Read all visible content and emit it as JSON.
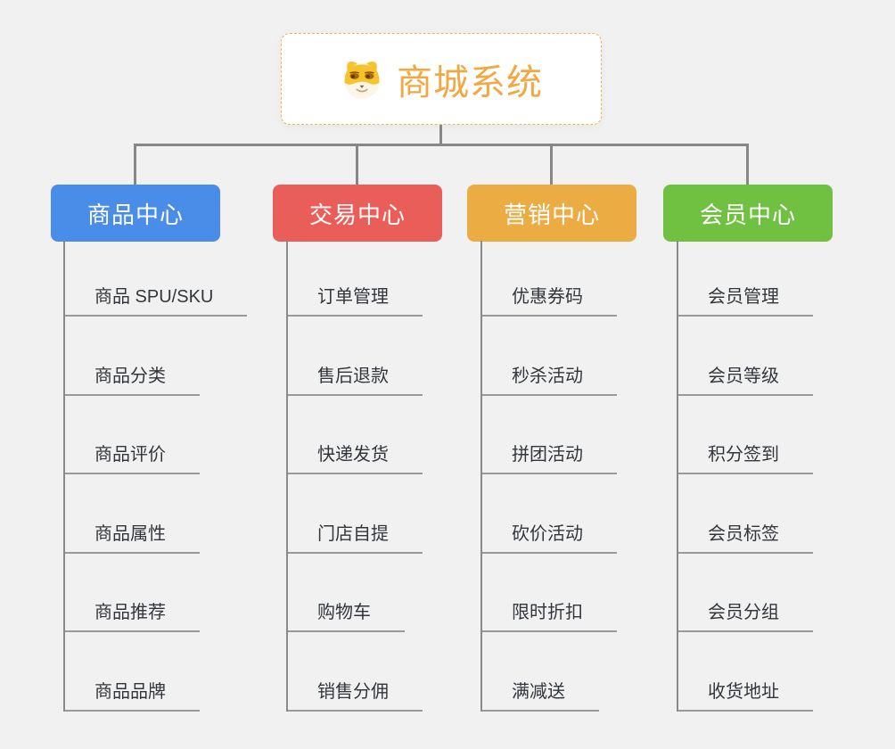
{
  "root": {
    "title": "商城系统",
    "title_color": "#f1a843",
    "border_color": "#edb161",
    "icon": "shiba-dog-icon"
  },
  "connector_color": "#878787",
  "underline_color": "#9a9a9a",
  "branches": [
    {
      "label": "商品中心",
      "color": "#4a8de9",
      "children": [
        "商品 SPU/SKU",
        "商品分类",
        "商品评价",
        "商品属性",
        "商品推荐",
        "商品品牌"
      ]
    },
    {
      "label": "交易中心",
      "color": "#ea5e5a",
      "children": [
        "订单管理",
        "售后退款",
        "快递发货",
        "门店自提",
        "购物车",
        "销售分佣"
      ]
    },
    {
      "label": "营销中心",
      "color": "#ebac44",
      "children": [
        "优惠券码",
        "秒杀活动",
        "拼团活动",
        "砍价活动",
        "限时折扣",
        "满减送"
      ]
    },
    {
      "label": "会员中心",
      "color": "#70c142",
      "children": [
        "会员管理",
        "会员等级",
        "积分签到",
        "会员标签",
        "会员分组",
        "收货地址"
      ]
    }
  ]
}
